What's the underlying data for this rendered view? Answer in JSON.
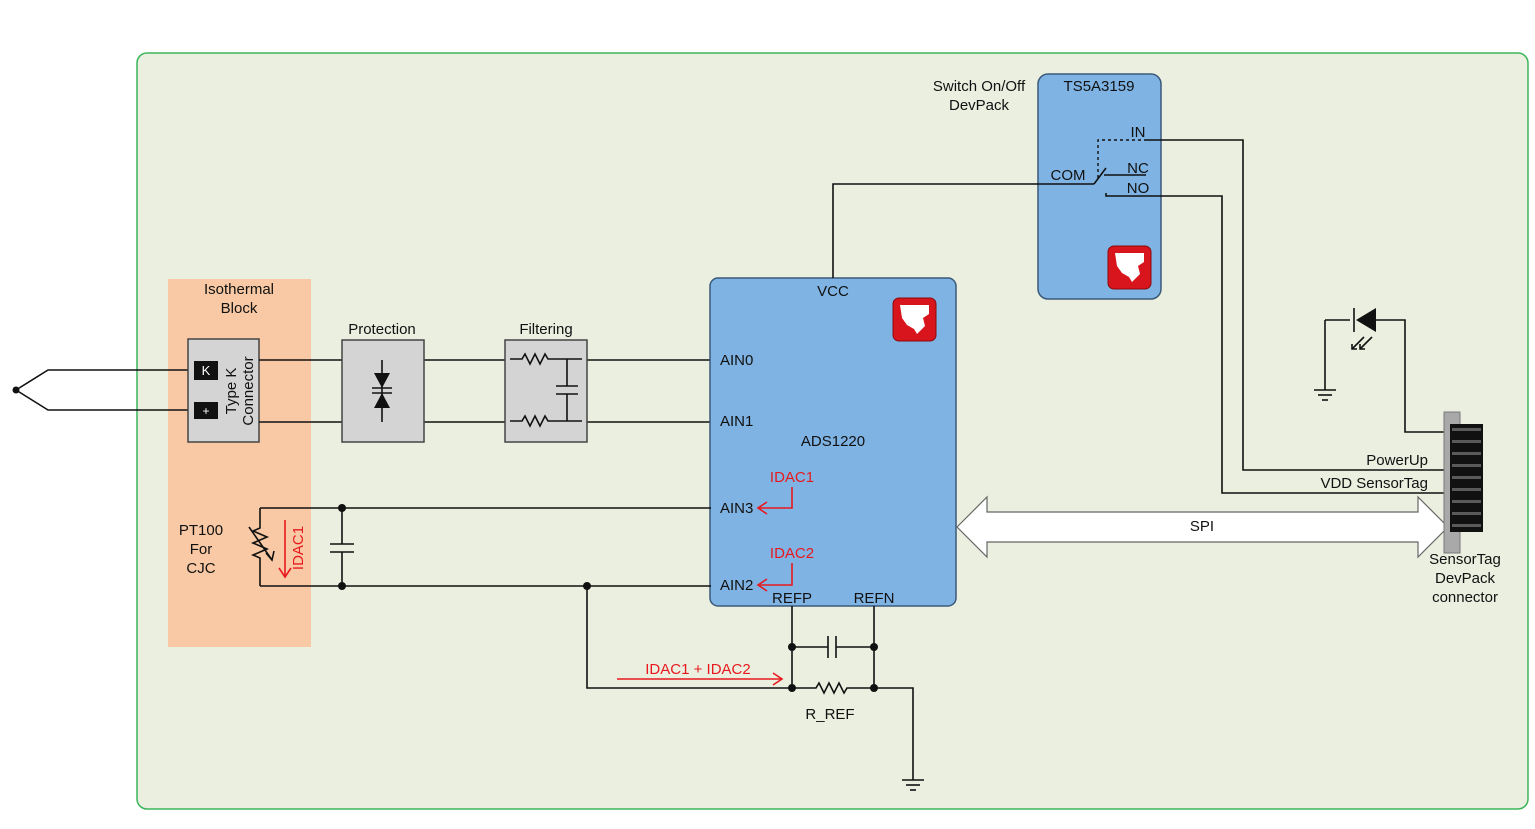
{
  "isothermal": {
    "title_line1": "Isothermal",
    "title_line2": "Block"
  },
  "connector": {
    "label_line1": "Type K",
    "label_line2": "Connector",
    "pin_k": "K",
    "pin_plus": "+"
  },
  "pt100": {
    "line1": "PT100",
    "line2": "For",
    "line3": "CJC",
    "current_label": "IDAC1"
  },
  "protection": {
    "label": "Protection"
  },
  "filtering": {
    "label": "Filtering"
  },
  "adc": {
    "name": "ADS1220",
    "vcc": "VCC",
    "ain0": "AIN0",
    "ain1": "AIN1",
    "ain3": "AIN3",
    "ain2": "AIN2",
    "refp": "REFP",
    "refn": "REFN",
    "idac1": "IDAC1",
    "idac2": "IDAC2"
  },
  "switch": {
    "caption_line1": "Switch On/Off",
    "caption_line2": "DevPack",
    "name": "TS5A3159",
    "in": "IN",
    "com": "COM",
    "nc": "NC",
    "no": "NO"
  },
  "reference": {
    "resistor": "R_REF",
    "current": "IDAC1 + IDAC2"
  },
  "bus": {
    "spi": "SPI"
  },
  "sensortag": {
    "powerup": "PowerUp",
    "vdd": "VDD SensorTag",
    "caption_line1": "SensorTag",
    "caption_line2": "DevPack",
    "caption_line3": "connector"
  },
  "colors": {
    "board_bg": "#ebefe0",
    "board_border": "#3bb55a",
    "chip_blue": "#7fb3e3",
    "isothermal_bg": "#f8c9a4",
    "block_gray": "#d4d4d4",
    "ti_red": "#d8141c",
    "annotation_red": "#e8191e"
  }
}
